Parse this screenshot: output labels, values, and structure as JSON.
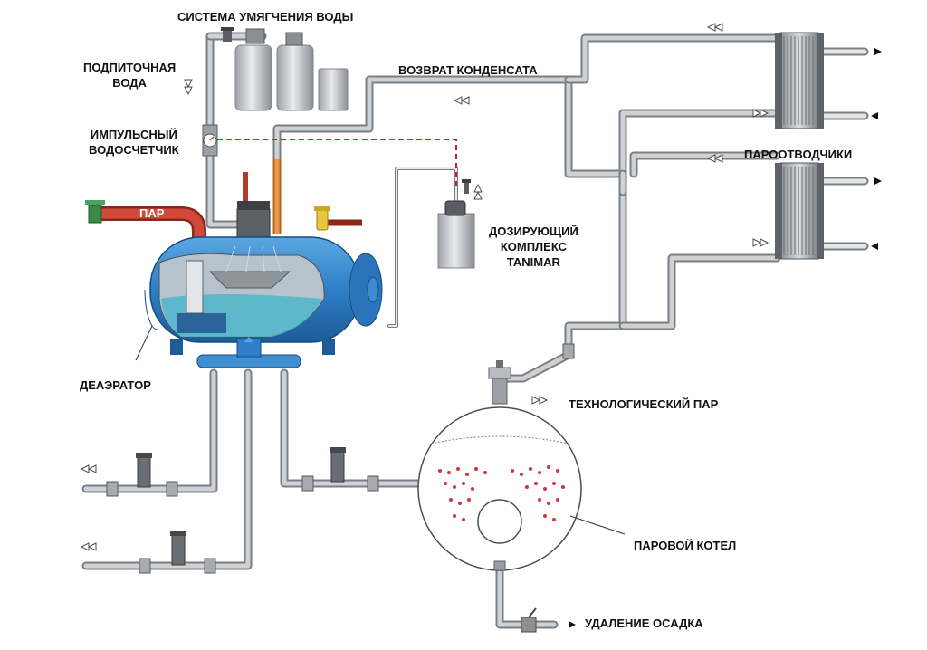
{
  "labels": {
    "softening": "СИСТЕМА УМЯГЧЕНИЯ ВОДЫ",
    "makeup_water": [
      "ПОДПИТОЧНАЯ",
      "ВОДА"
    ],
    "pulse_meter": [
      "ИМПУЛЬСНЫЙ",
      "ВОДОСЧЕТЧИК"
    ],
    "steam": "ПАР",
    "condensate_return": "ВОЗВРАТ КОНДЕНСАТА",
    "steam_traps": "ПАРООТВОДЧИКИ",
    "dosing": [
      "ДОЗИРУЮЩИЙ",
      "КОМПЛЕКС",
      "TANIMAR"
    ],
    "deaerator": "ДЕАЭРАТОР",
    "process_steam": "ТЕХНОЛОГИЧЕСКИЙ ПАР",
    "boiler": "ПАРОВОЙ КОТЕЛ",
    "blowdown": "УДАЛЕНИЕ ОСАДКА"
  },
  "colors": {
    "pipe": "#a9adb2",
    "pipe_edge": "#6f747a",
    "tank_blue": "#2e7fc8",
    "tank_blue_dark": "#1d5c99",
    "water": "#4cb6c9",
    "steam_pipe": "#c0392b",
    "impulse_line": "#d62020",
    "condensate_pipe": "#d97c2b"
  },
  "icons": [
    "flow-arrow-icon",
    "valve-icon",
    "pump-icon",
    "heat-exchanger-icon",
    "water-meter-icon"
  ]
}
